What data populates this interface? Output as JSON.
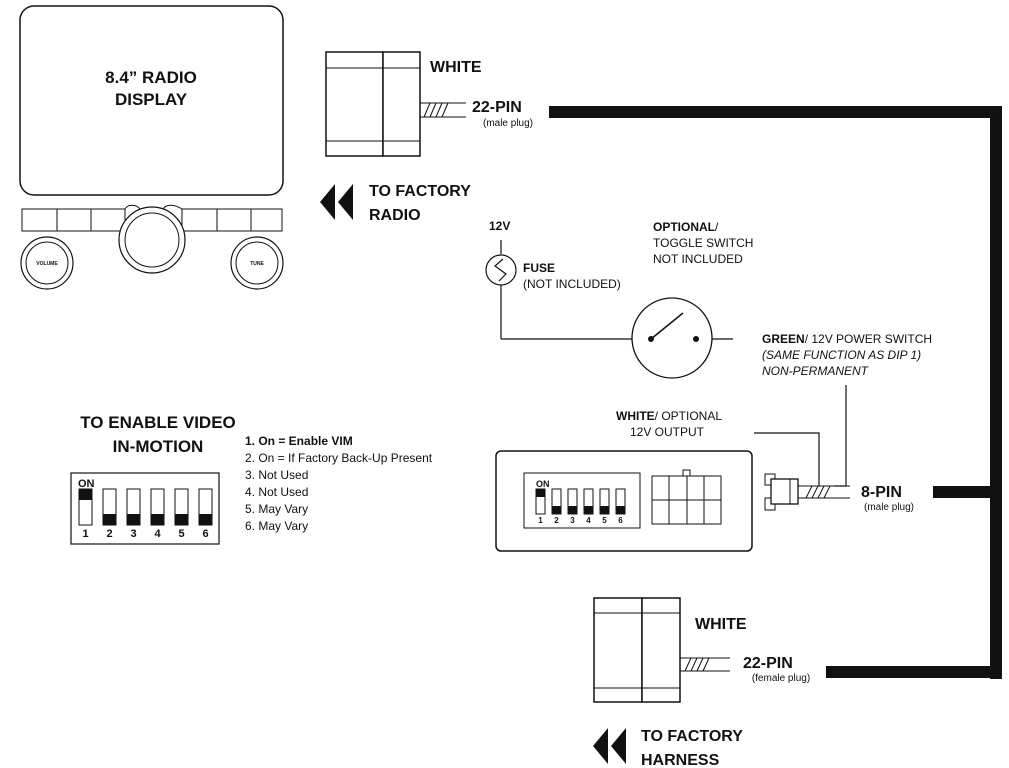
{
  "radio_display": {
    "label_line1": "8.4” RADIO",
    "label_line2": "DISPLAY",
    "volume_label": "VOLUME",
    "tune_label": "TUNE"
  },
  "connector_top": {
    "color": "WHITE",
    "pins": "22-PIN",
    "plug": "(male plug)",
    "dest_line1": "TO FACTORY",
    "dest_line2": "RADIO"
  },
  "power": {
    "voltage": "12V",
    "fuse_label": "FUSE",
    "fuse_note": "(NOT INCLUDED)",
    "switch_label_bold": "OPTIONAL",
    "switch_label_rest": "/",
    "switch_line2": "TOGGLE SWITCH",
    "switch_line3": "NOT INCLUDED"
  },
  "green_wire": {
    "color": "GREEN",
    "desc": "/ 12V POWER SWITCH",
    "note1": "(SAME FUNCTION AS DIP 1)",
    "note2": "NON-PERMANENT"
  },
  "white_wire": {
    "color": "WHITE",
    "desc": "/ OPTIONAL",
    "line2": "12V OUTPUT"
  },
  "connector_mid": {
    "pins": "8-PIN",
    "plug": "(male plug)"
  },
  "dip_info": {
    "heading_line1": "TO ENABLE VIDEO",
    "heading_line2": "IN-MOTION",
    "on_label": "ON",
    "switch_numbers": [
      "1",
      "2",
      "3",
      "4",
      "5",
      "6"
    ],
    "switch_states": [
      true,
      false,
      false,
      false,
      false,
      false
    ],
    "settings": [
      "1. On = Enable VIM",
      "2. On = If Factory Back-Up Present",
      "3. Not Used",
      "4. Not Used",
      "5. May Vary",
      "6. May Vary"
    ]
  },
  "module": {
    "on_label": "ON",
    "switch_numbers": [
      "1",
      "2",
      "3",
      "4",
      "5",
      "6"
    ]
  },
  "connector_bottom": {
    "color": "WHITE",
    "pins": "22-PIN",
    "plug": "(female plug)",
    "dest_line1": "TO FACTORY",
    "dest_line2": "HARNESS"
  }
}
